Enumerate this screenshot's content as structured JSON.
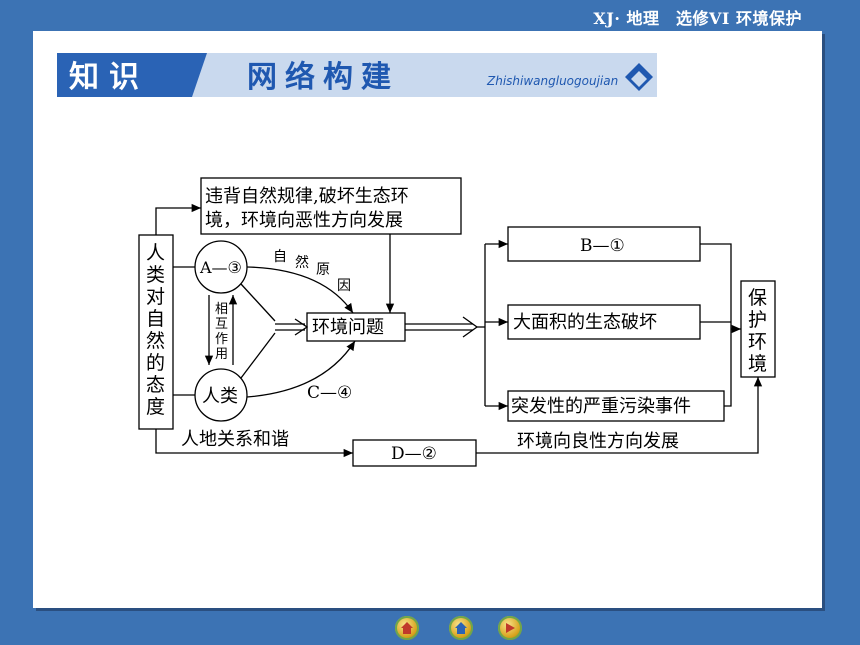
{
  "header": {
    "breadcrumb": "XJ· 地理　选修VI  环境保护"
  },
  "banner": {
    "label1": "知识",
    "label2": "网络构建",
    "pinyin": "Zhishiwangluogoujian"
  },
  "diagram": {
    "left_box": "人类对自然的态度",
    "top_box_line1": "违背自然规律,破坏生态环",
    "top_box_line2": "境，环境向恶性方向发展",
    "node_a": "A—③",
    "node_human": "人类",
    "interaction": "相互作用",
    "natural_cause": "自然原因",
    "env_problem": "环境问题",
    "c_label": "C—④",
    "harmony": "人地关系和谐",
    "b_box": "B—①",
    "eco_destruction": "大面积的生态破坏",
    "pollution": "突发性的严重污染事件",
    "d_box": "D—②",
    "benign": "环境向良性方向发展",
    "protect": "保护环境"
  },
  "nav": {
    "buttons": [
      "home-icon",
      "back-icon",
      "forward-icon"
    ]
  }
}
